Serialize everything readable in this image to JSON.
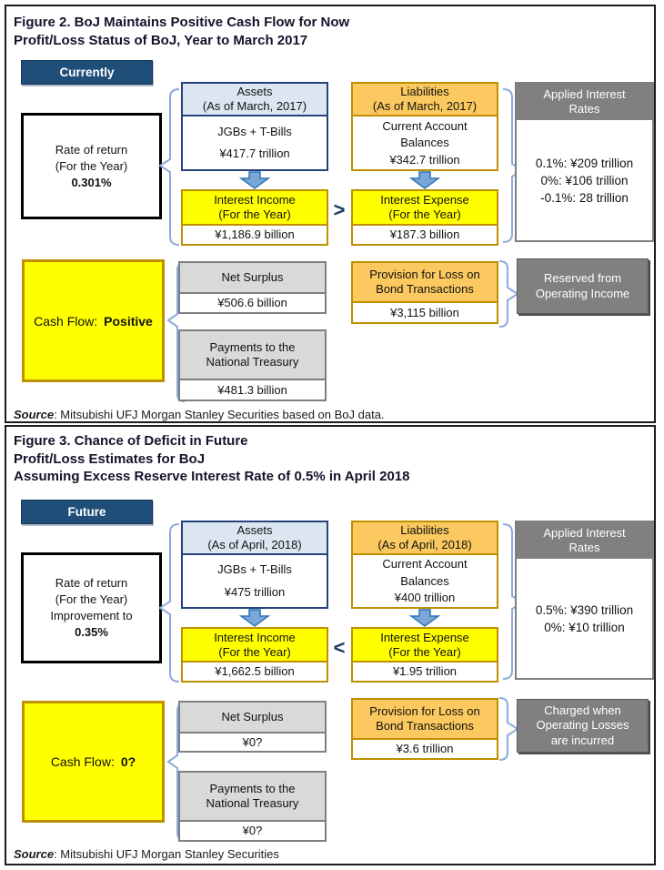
{
  "colors": {
    "accent_navy": "#1f4e79",
    "box_navy_border": "#24437c",
    "yellow": "#ffff00",
    "gold_border": "#bf9000",
    "orange_header": "#fbc95f",
    "blue_header": "#dce6f1",
    "gray_header": "#d9d9d9",
    "dark_gray": "#808080",
    "brace_blue": "#8eaadb",
    "arrow_blue": "#7aa7d8"
  },
  "figure2": {
    "title1": "Figure 2. BoJ Maintains Positive Cash Flow for Now",
    "title2": "Profit/Loss Status of BoJ, Year to March 2017",
    "badge": "Currently",
    "rate": {
      "l1": "Rate of return",
      "l2": "(For the Year)",
      "value": "0.301%"
    },
    "assets": {
      "h1": "Assets",
      "h2": "(As of March, 2017)",
      "item": "JGBs + T-Bills",
      "amount": "¥417.7 trillion"
    },
    "interest_income": {
      "h1": "Interest Income",
      "h2": "(For the Year)",
      "amount": "¥1,186.9 billion"
    },
    "comparator": ">",
    "liabilities": {
      "h1": "Liabilities",
      "h2": "(As of March, 2017)",
      "item1": "Current Account",
      "item2": "Balances",
      "amount": "¥342.7 trillion"
    },
    "interest_expense": {
      "h1": "Interest Expense",
      "h2": "(For the Year)",
      "amount": "¥187.3 billion"
    },
    "applied_rates": {
      "h1": "Applied Interest",
      "h2": "Rates",
      "line1": "0.1%: ¥209 trillion",
      "line2": "0%: ¥106 trillion",
      "line3": "-0.1%: 28 trillion"
    },
    "cash_flow": {
      "label": "Cash Flow:",
      "value": "Positive"
    },
    "net_surplus": {
      "header": "Net Surplus",
      "amount": "¥506.6 billion"
    },
    "payments": {
      "h1": "Payments to the",
      "h2": "National Treasury",
      "amount": "¥481.3 billion"
    },
    "provision": {
      "h1": "Provision for Loss on",
      "h2": "Bond Transactions",
      "amount": "¥3,115 billion"
    },
    "note": {
      "l1": "Reserved from",
      "l2": "Operating Income"
    },
    "source_label": "Source",
    "source_text": ": Mitsubishi UFJ Morgan Stanley Securities based on BoJ data."
  },
  "figure3": {
    "title1": "Figure 3. Chance of Deficit in Future",
    "title2": "Profit/Loss Estimates for BoJ",
    "title3": "Assuming Excess Reserve Interest Rate of 0.5% in April 2018",
    "badge": "Future",
    "rate": {
      "l1": "Rate of return",
      "l2": "(For the Year)",
      "l3": "Improvement to",
      "value": "0.35%"
    },
    "assets": {
      "h1": "Assets",
      "h2": "(As of April, 2018)",
      "item": "JGBs + T-Bills",
      "amount": "¥475 trillion"
    },
    "interest_income": {
      "h1": "Interest Income",
      "h2": "(For the Year)",
      "amount": "¥1,662.5 billion"
    },
    "comparator": "<",
    "liabilities": {
      "h1": "Liabilities",
      "h2": "(As of April, 2018)",
      "item1": "Current Account",
      "item2": "Balances",
      "amount": "¥400 trillion"
    },
    "interest_expense": {
      "h1": "Interest Expense",
      "h2": "(For the Year)",
      "amount": "¥1.95 trillion"
    },
    "applied_rates": {
      "h1": "Applied Interest",
      "h2": "Rates",
      "line1": "0.5%: ¥390 trillion",
      "line2": "0%: ¥10 trillion"
    },
    "cash_flow": {
      "label": "Cash Flow:",
      "value": "0?"
    },
    "net_surplus": {
      "header": "Net Surplus",
      "amount": "¥0?"
    },
    "payments": {
      "h1": "Payments to the",
      "h2": "National Treasury",
      "amount": "¥0?"
    },
    "provision": {
      "h1": "Provision for Loss on",
      "h2": "Bond Transactions",
      "amount": "¥3.6 trillion"
    },
    "note": {
      "l1": "Charged when",
      "l2": "Operating Losses",
      "l3": "are incurred"
    },
    "source_label": "Source",
    "source_text": ": Mitsubishi UFJ Morgan Stanley Securities"
  }
}
